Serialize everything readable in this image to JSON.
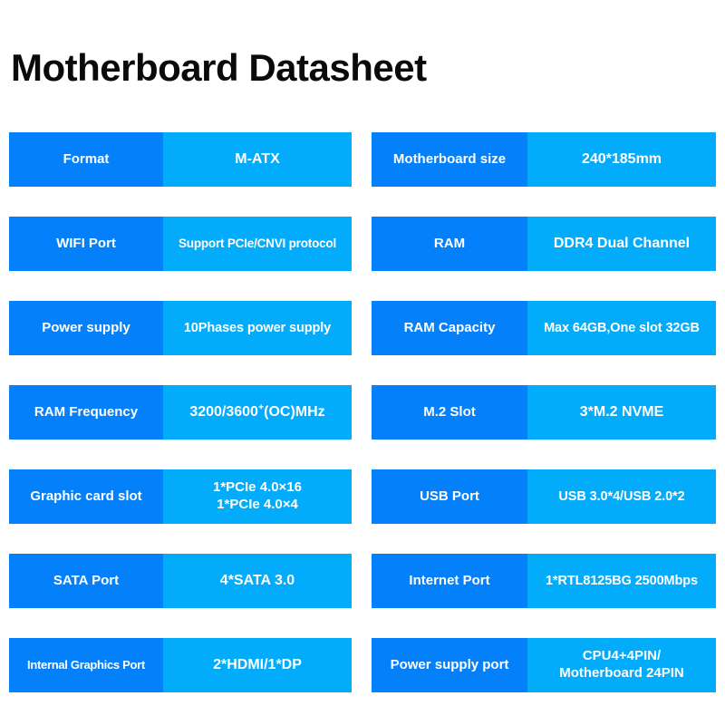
{
  "page": {
    "title": "Motherboard Datasheet",
    "background": "#ffffff",
    "title_color": "#0a0a0a",
    "label_color": "#0580fb",
    "value_color": "#03acfa",
    "text_color": "#ffffff"
  },
  "spec_table": {
    "rows": [
      {
        "left": {
          "label": "Format",
          "value_lines": [
            "M-ATX"
          ]
        },
        "right": {
          "label": "Motherboard size",
          "value_lines": [
            "240*185mm"
          ]
        }
      },
      {
        "left": {
          "label": "WIFI Port",
          "value_lines": [
            "Support PCIe/CNVI protocol"
          ]
        },
        "right": {
          "label": "RAM",
          "value_lines": [
            "DDR4 Dual Channel"
          ]
        }
      },
      {
        "left": {
          "label": "Power supply",
          "value_lines": [
            "10Phases power supply"
          ]
        },
        "right": {
          "label": "RAM Capacity",
          "value_lines": [
            "Max 64GB,One slot 32GB"
          ]
        }
      },
      {
        "left": {
          "label": "RAM Frequency",
          "value_lines": [
            "3200/3600+(OC)MHz"
          ]
        },
        "right": {
          "label": "M.2 Slot",
          "value_lines": [
            "3*M.2 NVME"
          ]
        }
      },
      {
        "left": {
          "label": "Graphic card slot",
          "value_lines": [
            "1*PCIe 4.0×16",
            "1*PCIe 4.0×4"
          ]
        },
        "right": {
          "label": "USB Port",
          "value_lines": [
            "USB 3.0*4/USB 2.0*2"
          ]
        }
      },
      {
        "left": {
          "label": "SATA Port",
          "value_lines": [
            "4*SATA 3.0"
          ]
        },
        "right": {
          "label": "Internet Port",
          "value_lines": [
            "1*RTL8125BG 2500Mbps"
          ]
        }
      },
      {
        "left": {
          "label": "Internal Graphics Port",
          "value_lines": [
            "2*HDMI/1*DP"
          ]
        },
        "right": {
          "label": "Power supply port",
          "value_lines": [
            "CPU4+4PIN/",
            "Motherboard 24PIN"
          ]
        }
      }
    ]
  }
}
